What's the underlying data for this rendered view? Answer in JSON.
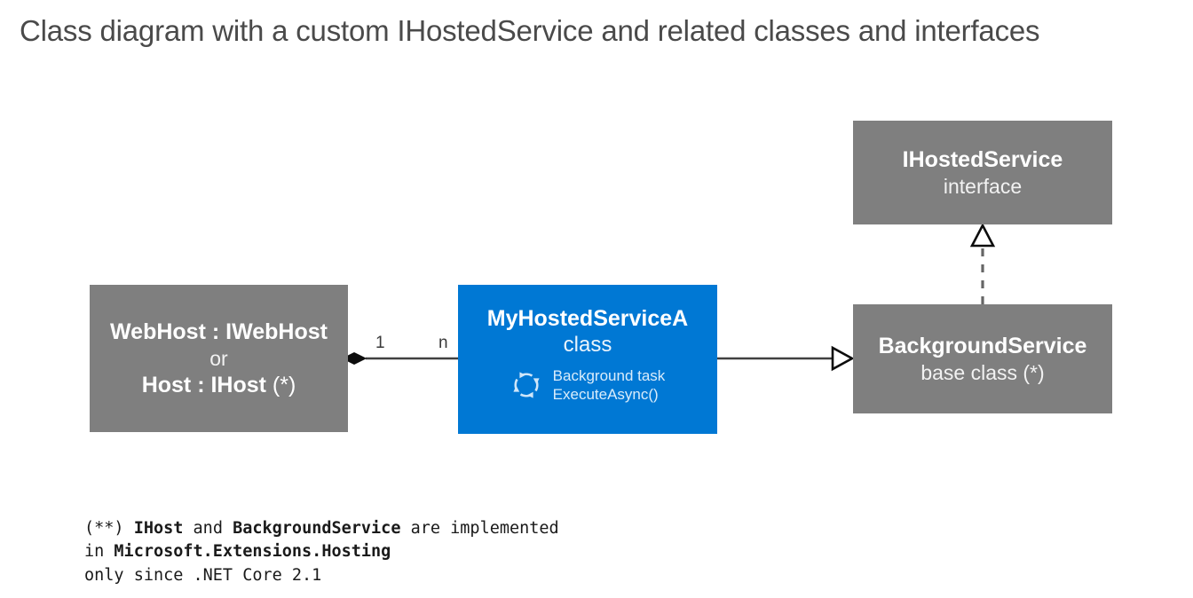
{
  "title": "Class diagram with a custom IHostedService and related classes and interfaces",
  "colors": {
    "gray_box": "#7f7f7f",
    "blue_box": "#0078d4",
    "title_text": "#4a4a4a",
    "connector": "#404040",
    "page_background": "#ffffff"
  },
  "nodes": {
    "webhost": {
      "title_main": "WebHost : IWebHost",
      "or_label": "or",
      "title_alt_bold": "Host : IHost",
      "title_alt_note": "(*)",
      "fill": "#7f7f7f"
    },
    "myhostedservicea": {
      "title": "MyHostedServiceA",
      "stereotype": "class",
      "icon": "background-task-cycle-icon",
      "task_line1": "Background task",
      "task_line2": "ExecuteAsync()",
      "fill": "#0078d4"
    },
    "ihostedservice": {
      "title": "IHostedService",
      "stereotype": "interface",
      "fill": "#7f7f7f"
    },
    "backgroundservice": {
      "title": "BackgroundService",
      "stereotype": "base class (*)",
      "fill": "#7f7f7f"
    }
  },
  "connectors": {
    "composition": {
      "from": "myhostedservicea",
      "to": "webhost",
      "type": "composition-filled-diamond",
      "source_multiplicity": "n",
      "target_multiplicity": "1"
    },
    "inheritance": {
      "from": "myhostedservicea",
      "to": "backgroundservice",
      "type": "generalization-hollow-triangle-solid-line"
    },
    "realization": {
      "from": "backgroundservice",
      "to": "ihostedservice",
      "type": "realization-hollow-triangle-dashed-line"
    }
  },
  "footnote": {
    "line1_prefix": "(**) ",
    "line1_bold1": "IHost",
    "line1_mid": " and ",
    "line1_bold2": "BackgroundService",
    "line1_suffix": " are implemented",
    "line2_prefix": "in ",
    "line2_bold": "Microsoft.Extensions.Hosting",
    "line3": "only since .NET Core 2.1"
  }
}
